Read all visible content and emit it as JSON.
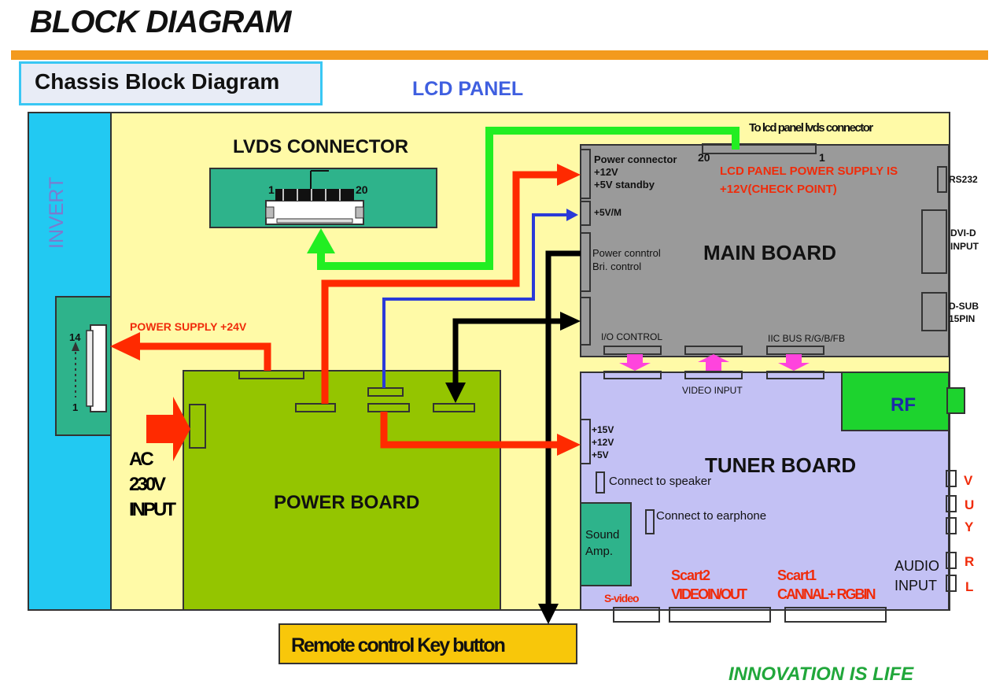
{
  "header": {
    "title": "BLOCK DIAGRAM",
    "subtitle": "Chassis Block Diagram"
  },
  "lcd_panel_label": "LCD PANEL",
  "invert": {
    "label": "INVERT",
    "pin_top": "14",
    "pin_bottom": "1"
  },
  "lvds": {
    "label": "LVDS CONNECTOR",
    "pin_left": "1",
    "pin_right": "20"
  },
  "main_board": {
    "label": "MAIN BOARD",
    "lvds_note": "To lcd panel lvds connector",
    "pin_20": "20",
    "pin_1": "1",
    "power_connector": "Power connector",
    "v12": "+12V",
    "v5_standby": "+5V standby",
    "v5m": "+5V/M",
    "power_control": "Power conntrol",
    "bri_control": "Bri. control",
    "supply_note_1": "LCD PANEL POWER SUPPLY IS",
    "supply_note_2": "+12V(CHECK POINT)",
    "rs232": "RS232",
    "dvi_1": "DVI-D",
    "dvi_2": "INPUT",
    "dsub_1": "D-SUB",
    "dsub_2": "15PIN",
    "io_control": "I/O CONTROL",
    "iic_bus": "IIC BUS R/G/B/FB"
  },
  "video_input": "VIDEO INPUT",
  "tuner_board": {
    "label": "TUNER BOARD",
    "rf": "RF",
    "v15": "+15V",
    "v12": "+12V",
    "v5": "+5V",
    "speaker": "Connect to speaker",
    "earphone": "Connect to earphone",
    "sound_amp_1": "Sound",
    "sound_amp_2": "Amp.",
    "audio_1": "AUDIO",
    "audio_2": "INPUT",
    "side_v": "V",
    "side_u": "U",
    "side_y": "Y",
    "side_r": "R",
    "side_l": "L",
    "svideo": "S-video",
    "scart2_a": "Scart2",
    "scart2_b": "VIDEOIN/OUT",
    "scart1_a": "Scart1",
    "scart1_b": "CANNAL+ RGBIN"
  },
  "power_board": {
    "label": "POWER BOARD",
    "supply_24v": "POWER SUPPLY +24V"
  },
  "ac_input": {
    "line1": "AC",
    "line2": "230V",
    "line3": "INPUT"
  },
  "remote": "Remote control  Key button",
  "footer": "INNOVATION IS LIFE",
  "colors": {
    "red_arrow": "#ff2a00",
    "green_arrow": "#22ee22",
    "blue_line": "#2a3ad8",
    "black_line": "#000000",
    "pink_arrow": "#ff44dd",
    "orange_rule": "#f39a1e"
  }
}
